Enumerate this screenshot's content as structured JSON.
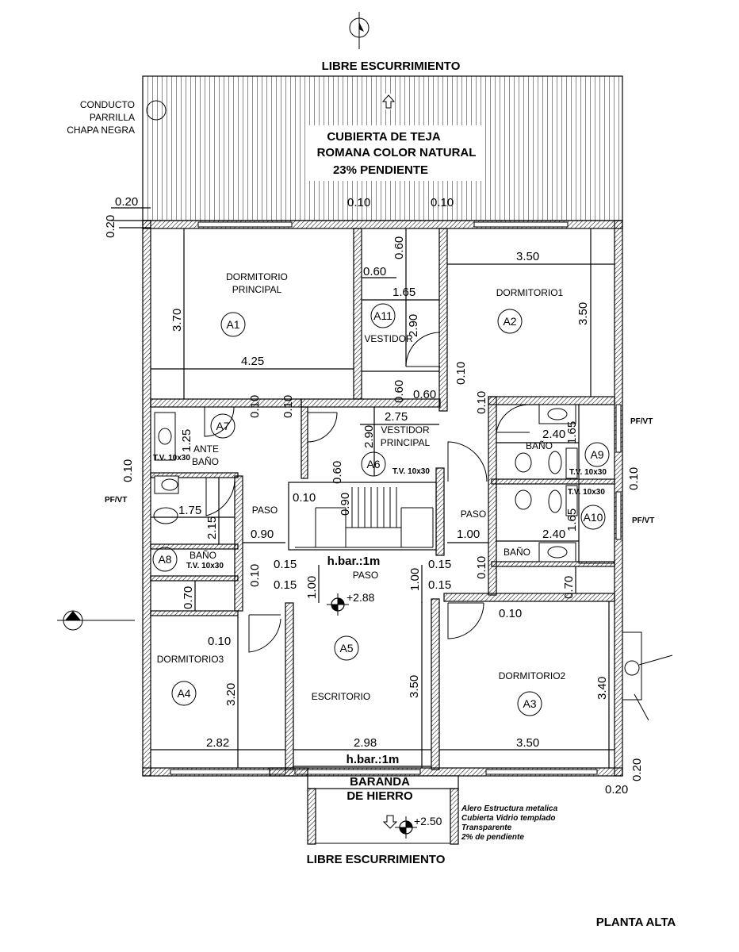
{
  "drawing": {
    "sheet_title": "PLANTA ALTA",
    "top_label": "LIBRE ESCURRIMIENTO",
    "bottom_label": "LIBRE ESCURRIMIENTO",
    "roof_note": [
      "CUBIERTA DE TEJA",
      "ROMANA COLOR NATURAL",
      "23% PENDIENTE"
    ],
    "chimney_note": [
      "CONDUCTO",
      "PARRILLA",
      "CHAPA NEGRA"
    ],
    "railing_note": [
      "BARANDA",
      "DE HIERRO"
    ],
    "eave_note": [
      "Alero Estructura metalica",
      "Cubierta Vidrio templado",
      "Transparente",
      "2% de pendiente"
    ],
    "section_mark": "A",
    "levels": [
      "+2.88",
      "+2.50"
    ],
    "rooms": [
      {
        "name": [
          "DORMITORIO",
          "PRINCIPAL"
        ],
        "tag": "A1"
      },
      {
        "name": [
          "DORMITORIO1"
        ],
        "tag": "A2"
      },
      {
        "name": [
          "VESTIDOR"
        ],
        "tag": "A11"
      },
      {
        "name": [
          "VESTIDOR",
          "PRINCIPAL"
        ],
        "tag": "A6"
      },
      {
        "name": [
          "ANTE",
          "BAÑO"
        ],
        "tag": "A7"
      },
      {
        "name": [
          "BAÑO"
        ],
        "tag": "A8"
      },
      {
        "name": [
          "BAÑO"
        ],
        "tag": "A9"
      },
      {
        "name": [
          "BAÑO"
        ],
        "tag": "A10"
      },
      {
        "name": [
          "DORMITORIO3"
        ],
        "tag": "A4"
      },
      {
        "name": [
          "ESCRITORIO"
        ],
        "tag": "A5"
      },
      {
        "name": [
          "DORMITORIO2"
        ],
        "tag": "A3"
      },
      {
        "name": [
          "PASO"
        ],
        "tag": ""
      },
      {
        "name": [
          "PASO"
        ],
        "tag": ""
      },
      {
        "name": [
          "PASO"
        ],
        "tag": ""
      }
    ],
    "dims": {
      "d020a": "0.20",
      "d020b": "0.20",
      "d010a": "0.10",
      "d010b": "0.10",
      "d350a": "3.50",
      "d350b": "3.50",
      "d370": "3.70",
      "d425": "4.25",
      "d060a": "0.60",
      "d060b": "0.60",
      "d165a": "1.65",
      "d290": "2.90",
      "d060c": "0.60",
      "d060d": "0.60",
      "d275": "2.75",
      "d290b": "2.90",
      "d060e": "0.60",
      "d010c": "0.10",
      "d010d": "0.10",
      "d010e": "0.10",
      "d010f": "0.10",
      "d125": "1.25",
      "d240a": "2.40",
      "d165b": "1.65",
      "d165c": "1.65",
      "d240b": "2.40",
      "d175": "1.75",
      "d215": "2.15",
      "d090a": "0.90",
      "d090b": "0.90",
      "d100a": "1.00",
      "d100b": "1.00",
      "d100c": "1.00",
      "d015a": "0.15",
      "d015b": "0.15",
      "d015c": "0.15",
      "d015d": "0.15",
      "d010g": "0.10",
      "d010h": "0.10",
      "d010i": "0.10",
      "d070a": "0.70",
      "d070b": "0.70",
      "d010j": "0.10",
      "d010k": "0.10",
      "d320": "3.20",
      "d350c": "3.50",
      "d340": "3.40",
      "d282": "2.82",
      "d298": "2.98",
      "d350d": "3.50",
      "d020c": "0.20",
      "d020d": "0.20",
      "d010l": "0.10",
      "d010m": "0.10"
    },
    "notes": {
      "tv1": "T.V. 10x30",
      "tv2": "T.V. 10x30",
      "tv3": "T.V. 10x30",
      "tv4": "T.V. 10x30",
      "tv5": "T.V. 10x30",
      "pfvt1": "PF/VT",
      "pfvt2": "PF/VT",
      "pfvt3": "PF/VT",
      "hbar1": "h.bar.:1m",
      "hbar2": "h.bar.:1m"
    }
  }
}
